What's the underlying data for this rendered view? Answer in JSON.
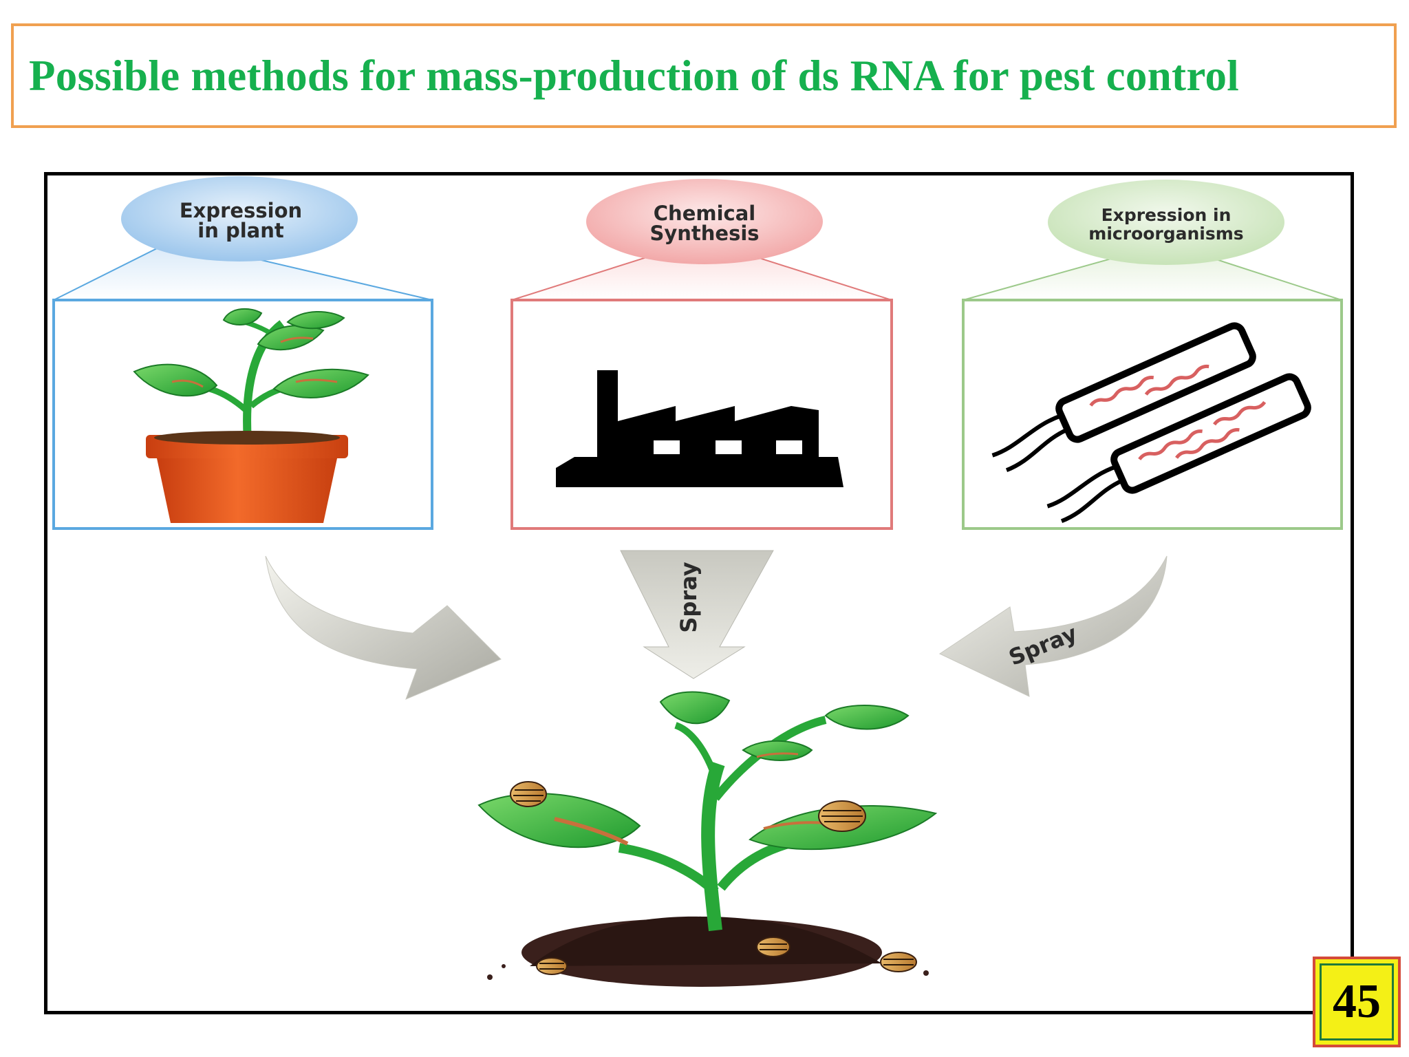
{
  "slide": {
    "title": "Possible methods for mass-production of ds RNA for pest control",
    "page_number": "45"
  },
  "methods": [
    {
      "line1": "Expression",
      "line2": "in plant",
      "color": "#5aa8e0",
      "fill": "#cfe3f5"
    },
    {
      "line1": "Chemical",
      "line2": "Synthesis",
      "color": "#e07a7a",
      "fill": "#f8d4d4"
    },
    {
      "line1": "Expression in",
      "line2": "microorganisms",
      "color": "#9cc98a",
      "fill": "#e0efd6"
    }
  ],
  "arrows": {
    "center_label": "Spray",
    "right_label": "Spray"
  },
  "colors": {
    "title": "#16b04e",
    "leaf": "#3cbf3c",
    "pot": "#f05a1e",
    "factory": "#000000",
    "soil": "#3a201c"
  }
}
